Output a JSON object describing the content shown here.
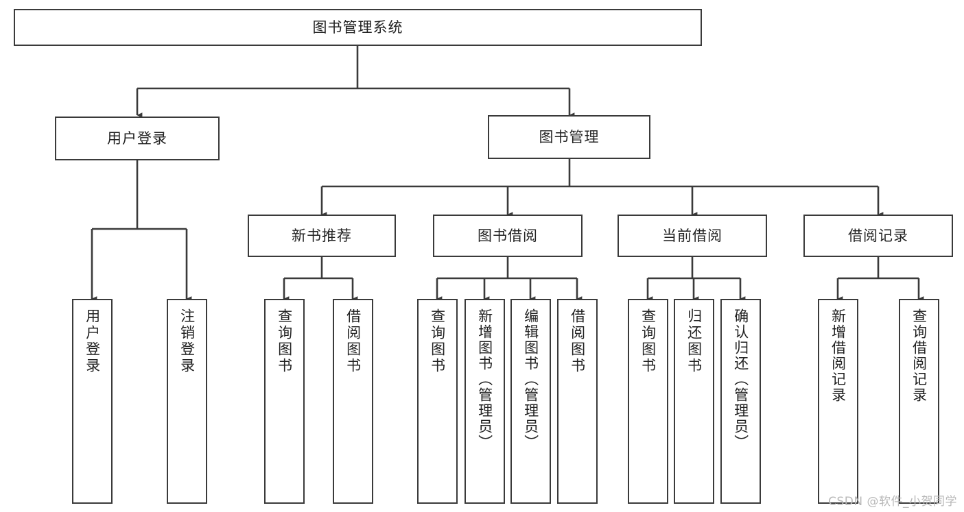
{
  "diagram": {
    "title_text": "图书管理系统",
    "type": "tree-hierarchy",
    "line_color": "#3a3a3a",
    "box_fill": "#ffffff",
    "text_color": "#222222",
    "nodes": {
      "root": {
        "label": "图书管理系统",
        "level": 1,
        "orientation": "horizontal"
      },
      "l2_a": {
        "label": "用户登录",
        "level": 2,
        "orientation": "horizontal"
      },
      "l2_b": {
        "label": "图书管理",
        "level": 2,
        "orientation": "horizontal"
      },
      "l3_a": {
        "label": "新书推荐",
        "level": 3,
        "orientation": "horizontal"
      },
      "l3_b": {
        "label": "图书借阅",
        "level": 3,
        "orientation": "horizontal"
      },
      "l3_c": {
        "label": "当前借阅",
        "level": 3,
        "orientation": "horizontal"
      },
      "l3_d": {
        "label": "借阅记录",
        "level": 3,
        "orientation": "horizontal"
      },
      "leaf_1": {
        "label": "用户登录",
        "level": 4,
        "orientation": "vertical"
      },
      "leaf_2": {
        "label": "注销登录",
        "level": 4,
        "orientation": "vertical"
      },
      "leaf_3": {
        "label": "查询图书",
        "level": 4,
        "orientation": "vertical"
      },
      "leaf_4": {
        "label": "借阅图书",
        "level": 4,
        "orientation": "vertical"
      },
      "leaf_5": {
        "label": "查询图书",
        "level": 4,
        "orientation": "vertical"
      },
      "leaf_6": {
        "label": "新增图书（管理员）",
        "level": 4,
        "orientation": "vertical"
      },
      "leaf_7": {
        "label": "编辑图书（管理员）",
        "level": 4,
        "orientation": "vertical"
      },
      "leaf_8": {
        "label": "借阅图书",
        "level": 4,
        "orientation": "vertical"
      },
      "leaf_9": {
        "label": "查询图书",
        "level": 4,
        "orientation": "vertical"
      },
      "leaf_10": {
        "label": "归还图书",
        "level": 4,
        "orientation": "vertical"
      },
      "leaf_11": {
        "label": "确认归还（管理员）",
        "level": 4,
        "orientation": "vertical"
      },
      "leaf_12": {
        "label": "新增借阅记录",
        "level": 4,
        "orientation": "vertical"
      },
      "leaf_13": {
        "label": "查询借阅记录",
        "level": 4,
        "orientation": "vertical"
      }
    },
    "edges": [
      {
        "from": "root",
        "to": "l2_a"
      },
      {
        "from": "root",
        "to": "l2_b"
      },
      {
        "from": "l2_b",
        "to": "l3_a"
      },
      {
        "from": "l2_b",
        "to": "l3_b"
      },
      {
        "from": "l2_b",
        "to": "l3_c"
      },
      {
        "from": "l2_b",
        "to": "l3_d"
      },
      {
        "from": "l2_a",
        "to": "leaf_1"
      },
      {
        "from": "l2_a",
        "to": "leaf_2"
      },
      {
        "from": "l3_a",
        "to": "leaf_3"
      },
      {
        "from": "l3_a",
        "to": "leaf_4"
      },
      {
        "from": "l3_b",
        "to": "leaf_5"
      },
      {
        "from": "l3_b",
        "to": "leaf_6"
      },
      {
        "from": "l3_b",
        "to": "leaf_7"
      },
      {
        "from": "l3_b",
        "to": "leaf_8"
      },
      {
        "from": "l3_c",
        "to": "leaf_9"
      },
      {
        "from": "l3_c",
        "to": "leaf_10"
      },
      {
        "from": "l3_c",
        "to": "leaf_11"
      },
      {
        "from": "l3_d",
        "to": "leaf_12"
      },
      {
        "from": "l3_d",
        "to": "leaf_13"
      }
    ]
  },
  "watermark": {
    "text": "CSDN @软件_小贺同学"
  }
}
